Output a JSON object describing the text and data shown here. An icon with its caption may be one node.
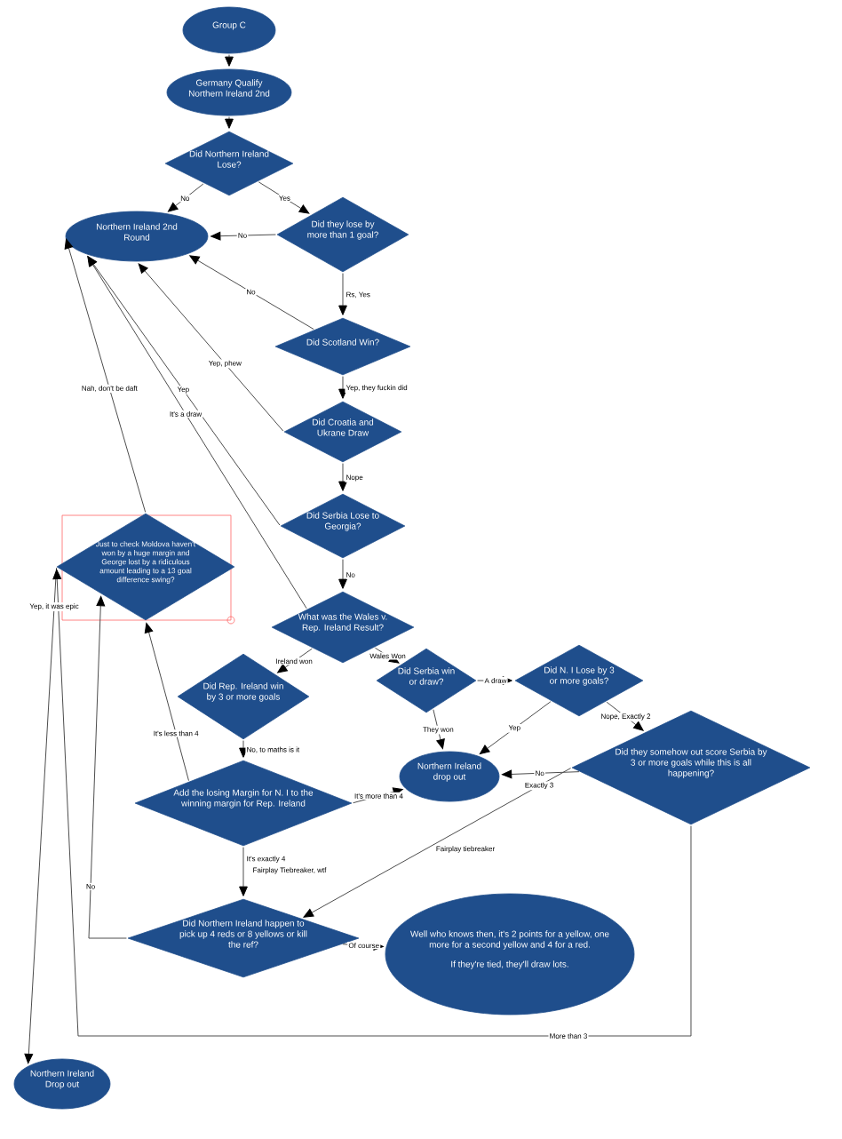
{
  "diagram": {
    "nodes": [
      {
        "text": [
          "Group C"
        ]
      },
      {
        "text": [
          "Germany Qualify Northern Ireland 2nd"
        ]
      },
      {
        "text": [
          "Did Northern Ireland Lose?"
        ]
      },
      {
        "text": [
          "Northern Ireland 2nd Round"
        ]
      },
      {
        "text": [
          "Did they lose by more than 1 goal?"
        ]
      },
      {
        "text": [
          "Did Scotland Win?"
        ]
      },
      {
        "text": [
          "Did Croatia and Ukrane Draw"
        ]
      },
      {
        "text": [
          "Did Serbia Lose to Georgia?"
        ]
      },
      {
        "text": [
          "Just to check Moldova haven't won by a huge margin and George lost by a ridiculous amount leading to a 13 goal difference swing?"
        ]
      },
      {
        "text": [
          "What was the Wales v. Rep. Ireland Result?"
        ]
      },
      {
        "text": [
          "Did Rep. Ireland win by 3 or more goals"
        ]
      },
      {
        "text": [
          "Did Serbia win or draw?"
        ]
      },
      {
        "text": [
          "Did N. I Lose by 3 or more goals?"
        ]
      },
      {
        "text": [
          "Northern Ireland drop out"
        ]
      },
      {
        "text": [
          "Did they somehow out score Serbia by 3 or more goals while this is all happening?"
        ]
      },
      {
        "text": [
          "Add the losing Margin for N. I to the winning margin for Rep. Ireland"
        ]
      },
      {
        "text": [
          "Did Northern Ireland happen to pick up 4 reds or 8 yellows or kill the ref?"
        ]
      },
      {
        "text": [
          "Well who knows then, it's 2 points for a yellow, one more for a second yellow and 4 for a red.",
          "If they're tied, they'll draw lots."
        ]
      },
      {
        "text": [
          "Northern Ireland Drop out"
        ]
      }
    ],
    "edges": [
      {
        "from": 0,
        "to": 1,
        "arrow": "to"
      },
      {
        "from": 1,
        "to": 2,
        "arrow": "to"
      },
      {
        "from": 2,
        "to": 3,
        "arrow": "to",
        "label": "No"
      },
      {
        "from": 2,
        "to": 4,
        "arrow": "to",
        "label": "Yes"
      },
      {
        "from": 4,
        "to": 3,
        "arrow": "to",
        "label": "No"
      },
      {
        "from": 4,
        "to": 5,
        "arrow": "to",
        "label": "Rs, Yes"
      },
      {
        "from": 5,
        "to": 3,
        "arrow": "to",
        "label": "No"
      },
      {
        "from": 5,
        "to": 6,
        "arrow": "to",
        "label": "Yep, they fuckin did"
      },
      {
        "from": 6,
        "to": 3,
        "arrow": "to",
        "label": "Yep, phew"
      },
      {
        "from": 6,
        "to": 7,
        "arrow": "to",
        "label": "Nope"
      },
      {
        "from": 7,
        "to": 3,
        "arrow": "to",
        "label": "Yep"
      },
      {
        "from": 7,
        "to": 9,
        "arrow": "to",
        "label": "No"
      },
      {
        "from": 9,
        "to": 3,
        "arrow": "to",
        "label": "It's a draw"
      },
      {
        "from": 8,
        "to": 3,
        "arrow": "to",
        "label": "Nah, don't be daft"
      },
      {
        "from": 8,
        "to": 18,
        "arrow": "to",
        "label": "Yep, it was epic"
      },
      {
        "from": 9,
        "to": 10,
        "arrow": "to",
        "label": "Ireland won"
      },
      {
        "from": 9,
        "to": 11,
        "arrow": "to",
        "label": "Wales Won"
      },
      {
        "from": 11,
        "to": 12,
        "arrow": "to",
        "label": "A draw"
      },
      {
        "from": 11,
        "to": 13,
        "arrow": "to",
        "label": "They won"
      },
      {
        "from": 12,
        "to": 13,
        "arrow": "to",
        "label": "Yep"
      },
      {
        "from": 12,
        "to": 14,
        "arrow": "to",
        "label": "Nope, Exactly 2"
      },
      {
        "from": 14,
        "to": 13,
        "arrow": "to",
        "label": "No"
      },
      {
        "from": 10,
        "to": 15,
        "arrow": "to",
        "label": "No, to maths is it"
      },
      {
        "from": 15,
        "to": 8,
        "arrow": "to",
        "label": "It's less than 4"
      },
      {
        "from": 15,
        "to": 13,
        "arrow": "to",
        "label": "It's more than 4"
      },
      {
        "from": 15,
        "to": 16,
        "arrow": "to",
        "label": "It's exactly 4"
      },
      {
        "from": 14,
        "to": 16,
        "arrow": "to",
        "label": "Exactly 3"
      },
      {
        "from": 16,
        "to": 17,
        "arrow": "to",
        "label": "Of course"
      },
      {
        "from": 16,
        "to": 8,
        "arrow": "to",
        "label": "No"
      },
      {
        "from": 14,
        "to": 8,
        "arrow": "to",
        "label": "More than 3"
      }
    ],
    "labels": [
      "Fairplay Tiebreaker, wtf",
      "Fairplay tiebreaker"
    ]
  }
}
